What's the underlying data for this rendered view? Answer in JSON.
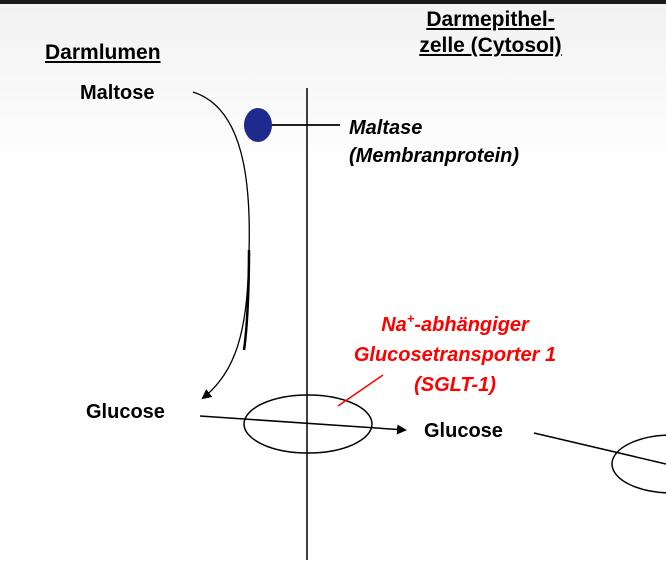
{
  "headers": {
    "lumen": "Darmlumen",
    "cell_line1": "Darmepithel-",
    "cell_line2": "zelle (Cytosol)"
  },
  "molecules": {
    "maltose": "Maltose",
    "glucose_lumen": "Glucose",
    "glucose_cell": "Glucose"
  },
  "maltase": {
    "name": "Maltase",
    "detail": "(Membranprotein)",
    "color": "#1f2b8c"
  },
  "transporter": {
    "ion": "Na",
    "charge": "+",
    "ion_suffix": "-abhängiger",
    "line2": "Glucosetransporter 1",
    "line3": "(SGLT-1)",
    "color": "#ff0000"
  }
}
